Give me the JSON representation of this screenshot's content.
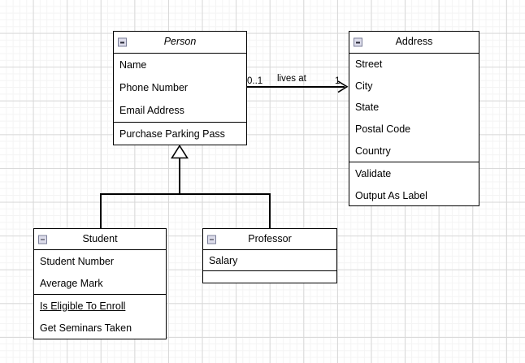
{
  "diagram": {
    "type": "uml-class-diagram",
    "background": "#ffffff",
    "grid_color_minor": "#f4f4f4",
    "grid_color_major": "#d8d8d8",
    "line_color": "#000000"
  },
  "classes": {
    "person": {
      "name": "Person",
      "abstract": true,
      "collapse_icon": "minus-box-icon",
      "attributes": [
        "Name",
        "Phone Number",
        "Email Address"
      ],
      "operations": [
        "Purchase Parking Pass"
      ]
    },
    "address": {
      "name": "Address",
      "abstract": false,
      "collapse_icon": "minus-box-icon",
      "attributes": [
        "Street",
        "City",
        "State",
        "Postal Code",
        "Country"
      ],
      "operations": [
        "Validate",
        "Output As Label"
      ]
    },
    "student": {
      "name": "Student",
      "abstract": false,
      "collapse_icon": "minus-box-icon",
      "attributes": [
        "Student Number",
        "Average Mark"
      ],
      "operations": [
        "Is Eligible To Enroll",
        "Get Seminars Taken"
      ],
      "static_operations": [
        "Is Eligible To Enroll"
      ]
    },
    "professor": {
      "name": "Professor",
      "abstract": false,
      "collapse_icon": "minus-box-icon",
      "attributes": [
        "Salary"
      ],
      "operations": []
    }
  },
  "relationships": {
    "lives_at": {
      "label": "lives at",
      "source": "Person",
      "target": "Address",
      "source_multiplicity": "0..1",
      "target_multiplicity": "1",
      "arrow": "open-arrow-icon"
    },
    "generalization_student": {
      "label": "",
      "source": "Student",
      "target": "Person",
      "arrow": "hollow-triangle-icon"
    },
    "generalization_professor": {
      "label": "",
      "source": "Professor",
      "target": "Person",
      "arrow": "hollow-triangle-icon"
    }
  }
}
